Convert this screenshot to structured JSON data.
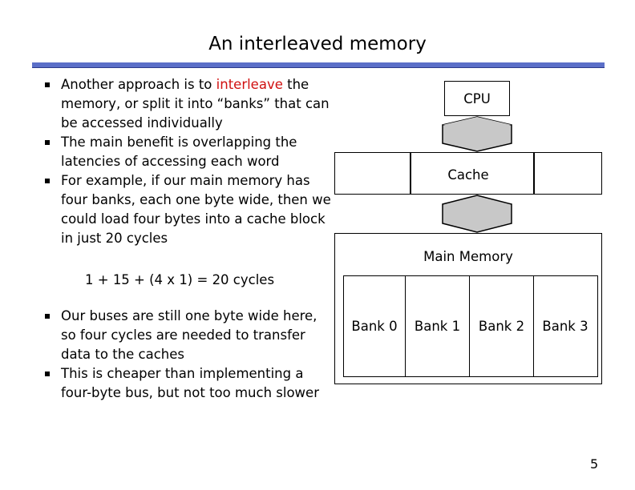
{
  "slide": {
    "title": "An interleaved memory",
    "page_number": "5"
  },
  "bullets_top": [
    {
      "pre": "Another approach is to ",
      "highlight": "interleave",
      "post": " the memory, or split it into “banks” that can be accessed individually"
    },
    {
      "pre": "The main benefit is overlapping the latencies of accessing each word",
      "highlight": "",
      "post": ""
    },
    {
      "pre": "For example, if our main memory has four banks, each one byte wide, then we could load four bytes into a cache block in just 20 cycles",
      "highlight": "",
      "post": ""
    }
  ],
  "formula": "1 + 15 + (4 x 1) = 20 cycles",
  "bullets_bottom": [
    "Our buses are still one byte wide here, so four cycles are needed to transfer data to the caches",
    "This is cheaper than implementing a four-byte bus, but not too much slower"
  ],
  "diagram": {
    "cpu_label": "CPU",
    "cache_label": "Cache",
    "memory_label": "Main Memory",
    "banks": [
      "Bank 0",
      "Bank 1",
      "Bank 2",
      "Bank 3"
    ],
    "colors": {
      "arrow_fill": "#c8c8c8",
      "title_rule": "#5b6fc8",
      "highlight": "#d01010"
    }
  }
}
